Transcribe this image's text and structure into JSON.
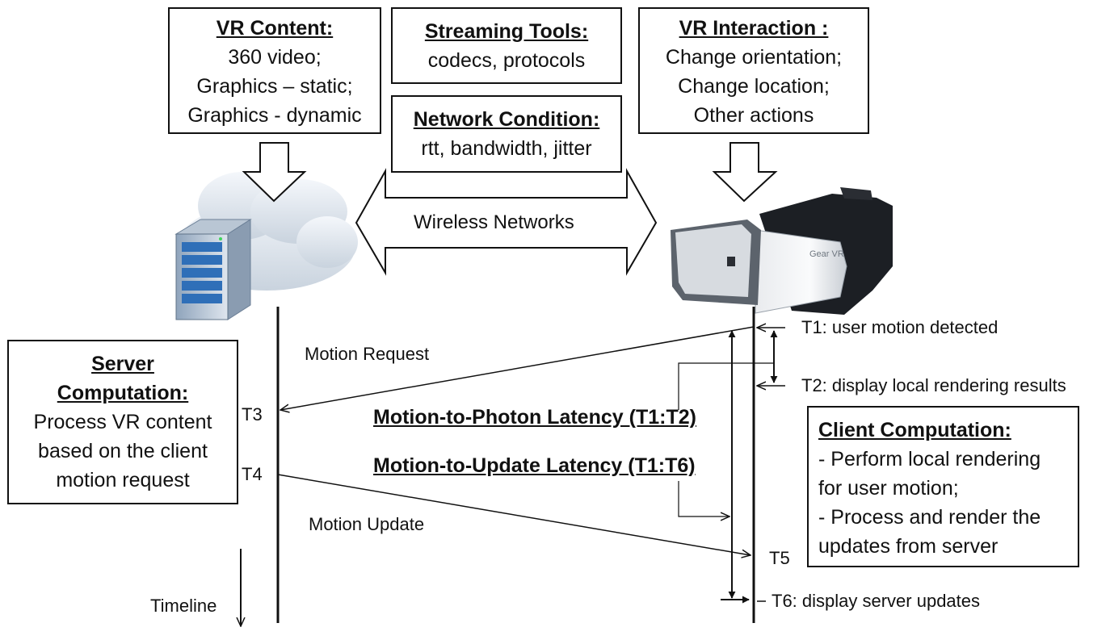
{
  "boxes": {
    "vr_content": {
      "title": "VR Content:",
      "lines": [
        "360 video;",
        "Graphics – static;",
        "Graphics - dynamic"
      ]
    },
    "streaming_tools": {
      "title": "Streaming Tools:",
      "lines": [
        "codecs, protocols"
      ]
    },
    "network_condition": {
      "title": "Network Condition:",
      "lines": [
        "rtt, bandwidth, jitter"
      ]
    },
    "vr_interaction": {
      "title": "VR Interaction :",
      "lines": [
        "Change orientation;",
        "Change location;",
        "Other actions"
      ]
    },
    "server_computation": {
      "title_lines": [
        "Server",
        "Computation:"
      ],
      "lines": [
        "Process VR content",
        "based on the client",
        "motion request"
      ]
    },
    "client_computation": {
      "title": "Client Computation:",
      "lines": [
        "- Perform local rendering",
        "for user motion;",
        "- Process and render the",
        "updates from server"
      ]
    }
  },
  "labels": {
    "wireless": "Wireless Networks",
    "motion_request": "Motion Request",
    "motion_update": "Motion Update",
    "timeline": "Timeline",
    "t1": "T1: user motion detected",
    "t2": "T2: display local rendering results",
    "t3": "T3",
    "t4": "T4",
    "t5": "T5",
    "t6": "T6: display server updates",
    "mtp_latency": "Motion-to-Photon Latency (T1:T2)",
    "mtu_latency": "Motion-to-Update Latency (T1:T6)"
  },
  "images": {
    "server": "server-cloud-icon",
    "headset": "vr-headset-icon",
    "headset_brand": "Gear VR"
  }
}
